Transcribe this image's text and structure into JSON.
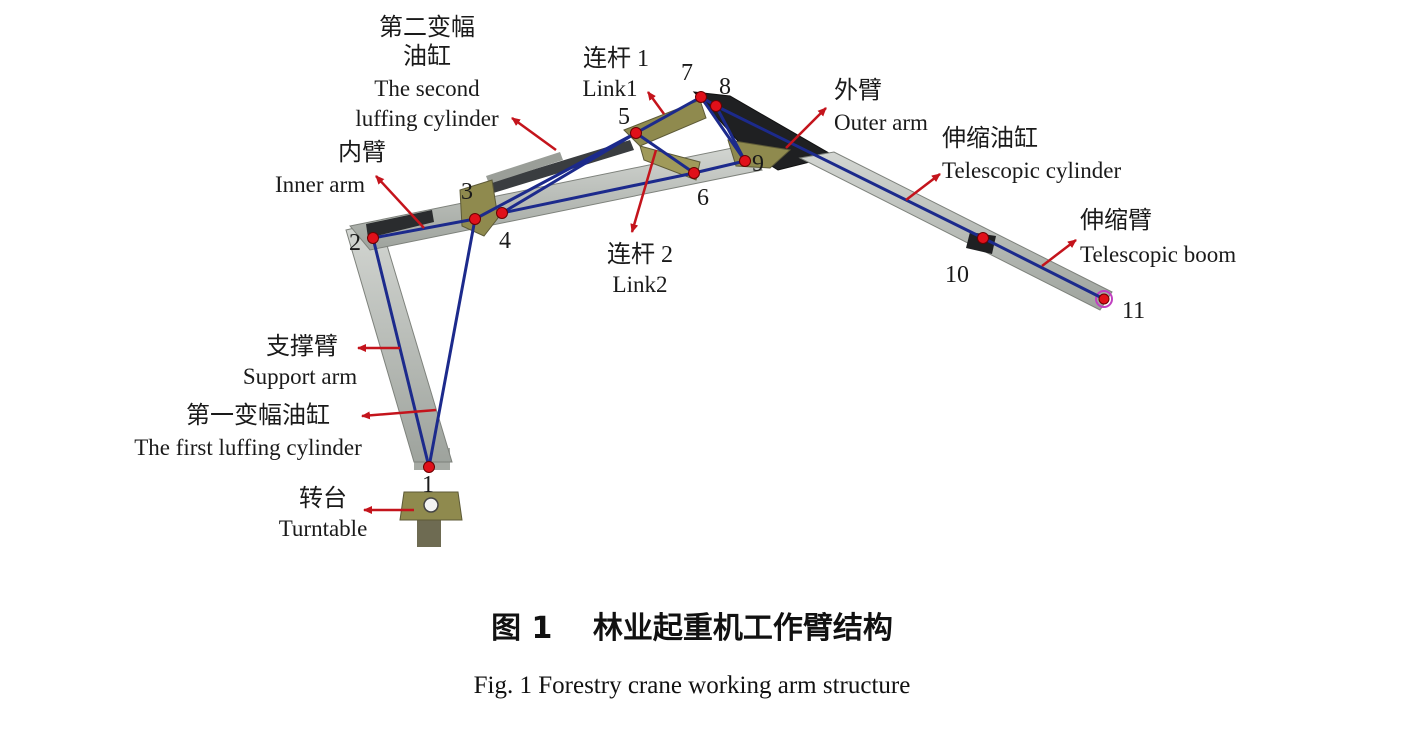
{
  "labels": {
    "second_cyl_zh1": "第二变幅",
    "second_cyl_zh2": "油缸",
    "second_cyl_en1": "The second",
    "second_cyl_en2": "luffing cylinder",
    "link1_zh": "连杆 1",
    "link1_en": "Link1",
    "outer_arm_zh": "外臂",
    "outer_arm_en": "Outer arm",
    "inner_arm_zh": "内臂",
    "inner_arm_en": "Inner arm",
    "tele_cyl_zh": "伸缩油缸",
    "tele_cyl_en": "Telescopic cylinder",
    "tele_boom_zh": "伸缩臂",
    "tele_boom_en": "Telescopic boom",
    "link2_zh": "连杆 2",
    "link2_en": "Link2",
    "support_arm_zh": "支撑臂",
    "support_arm_en": "Support arm",
    "first_cyl_zh": "第一变幅油缸",
    "first_cyl_en": "The first luffing cylinder",
    "turntable_zh": "转台",
    "turntable_en": "Turntable"
  },
  "points": {
    "p1": "1",
    "p2": "2",
    "p3": "3",
    "p4": "4",
    "p5": "5",
    "p6": "6",
    "p7": "7",
    "p8": "8",
    "p9": "9",
    "p10": "10",
    "p11": "11"
  },
  "caption": {
    "zh": "图 1　 林业起重机工作臂结构",
    "en": "Fig. 1 Forestry crane working arm structure"
  },
  "colors": {
    "joint": "#e0101a",
    "linkage": "#1c2a8c",
    "arrow": "#c4141c",
    "arm": "#b9bdb8",
    "bracket": "#8f8a4e"
  }
}
